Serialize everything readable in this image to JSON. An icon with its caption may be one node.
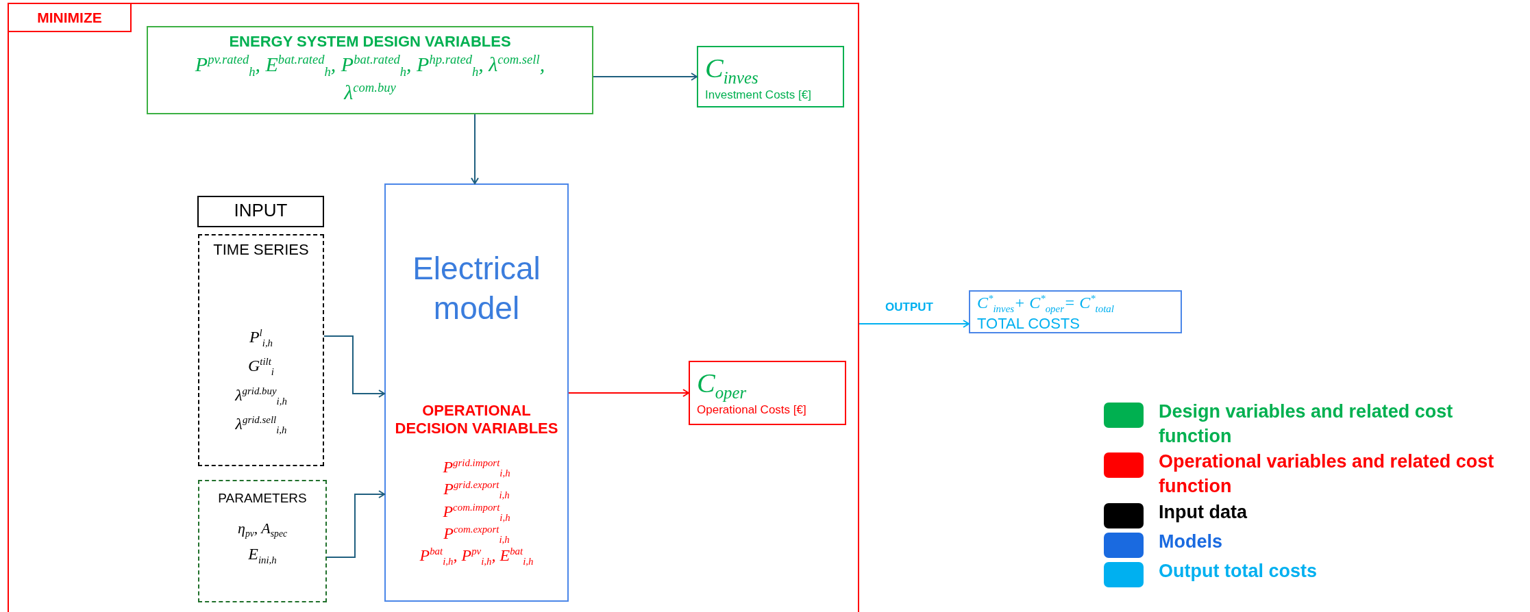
{
  "diagram": {
    "nodes": [
      {
        "text": [
          "MINIMIZE"
        ]
      },
      {
        "text": [
          "ENERGY SYSTEM DESIGN VARIABLES",
          "P$^{pv.rated}$$_{h}$, E$^{bat.rated}$$_{h}$, P$^{bat.rated}$$_{h}$, P$^{hp.rated}$$_{h}$, λ$^{com.sell}$, λ$^{com.buy}$"
        ],
        "in": 0
      },
      {
        "text": [
          "C$_{inves}$",
          "Investment Costs [€]"
        ],
        "in": 0
      },
      {
        "text": [
          "INPUT"
        ],
        "in": 0
      },
      {
        "text": [
          "TIME SERIES",
          "P$^{l}$$_{i,h}$",
          "G$^{tilt}$$_{i}$",
          "λ$^{grid.buy}$$_{i,h}$",
          "λ$^{grid.sell}$$_{i,h}$"
        ],
        "in": 0
      },
      {
        "text": [
          "PARAMETERS",
          "η$_{pv}$, A$_{spec}$",
          "E$_{ini,h}$"
        ],
        "in": 0
      },
      {
        "text": [
          "Electrical model",
          "OPERATIONAL DECISION VARIABLES",
          "P$^{grid.import}$$_{i,h}$",
          "P$^{grid.export}$$_{i,h}$",
          "P$^{com.import}$$_{i,h}$",
          "P$^{com.export}$$_{i,h}$",
          "P$^{bat}$$_{i,h}$, P$^{pv}$$_{i,h}$, E$^{bat}$$_{i,h}$"
        ],
        "in": 0
      },
      {
        "text": [
          "C$_{oper}$",
          "Operational Costs [€]"
        ],
        "in": 0
      },
      {
        "text": [
          "C$^{*}$$_{inves}$+ C$^{*}$$_{oper}$= C$^{*}$$_{total}$",
          "TOTAL COSTS"
        ]
      }
    ],
    "edges": [
      {
        "from": 1,
        "to": 2,
        "arrow": "to"
      },
      {
        "from": 1,
        "to": 6,
        "arrow": "to"
      },
      {
        "from": 4,
        "to": 6,
        "arrow": "to"
      },
      {
        "from": 5,
        "to": 6,
        "arrow": "to"
      },
      {
        "from": 6,
        "to": 7,
        "arrow": "to",
        "color": "#ff0000"
      },
      {
        "from": 0,
        "to": 8,
        "arrow": "to",
        "label": "OUTPUT",
        "color": "#00b0f0"
      }
    ],
    "legend": [
      {
        "text": "Design variables and related cost function",
        "color": "#00b050"
      },
      {
        "text": "Operational variables and related cost function",
        "color": "#ff0000"
      },
      {
        "text": "Input data",
        "color": "#000000"
      },
      {
        "text": "Models",
        "color": "#1a6ae0"
      },
      {
        "text": "Output total costs",
        "color": "#00b0f0"
      }
    ]
  }
}
